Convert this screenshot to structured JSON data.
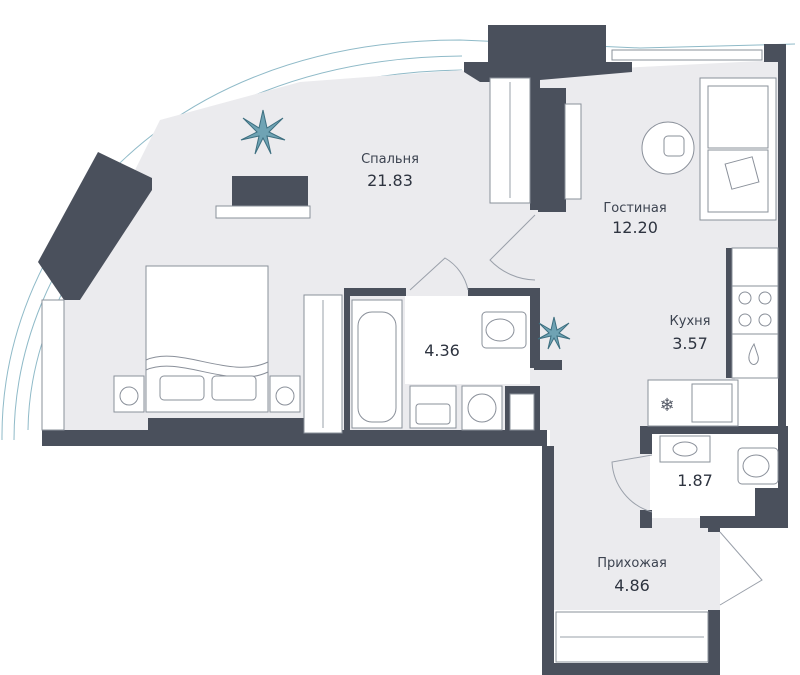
{
  "rooms": {
    "bedroom": {
      "name": "Спальня",
      "area": "21.83"
    },
    "living": {
      "name": "Гостиная",
      "area": "12.20"
    },
    "kitchen": {
      "name": "Кухня",
      "area": "3.57"
    },
    "bathroom": {
      "name": "",
      "area": "4.36"
    },
    "wc": {
      "name": "",
      "area": "1.87"
    },
    "hallway": {
      "name": "Прихожая",
      "area": "4.86"
    }
  },
  "colors": {
    "wall": "#4a505c",
    "floor": "#ebebee",
    "tile": "#ffffff",
    "balcony_line": "#8fbac8",
    "plant": "#6fa3b4"
  }
}
